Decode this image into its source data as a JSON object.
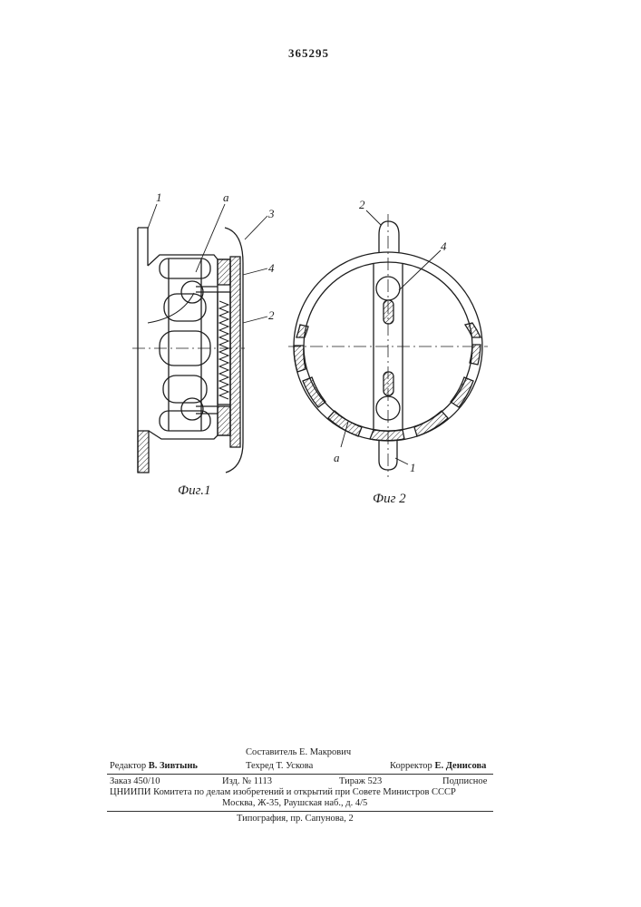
{
  "header": {
    "patent_number": "365295"
  },
  "figure1": {
    "caption": "Фиг.1",
    "labels": {
      "part1": "1",
      "part_a": "a",
      "part3": "3",
      "part4": "4",
      "part2": "2"
    }
  },
  "figure2": {
    "caption": "Фиг 2",
    "labels": {
      "part2": "2",
      "part4": "4",
      "part_a": "a",
      "part1": "1"
    }
  },
  "imprint": {
    "compiler": "Составитель Е. Макрович",
    "editor_label": "Редактор",
    "editor_name": "В. Зивтынь",
    "techred": "Техред Т. Ускова",
    "corrector_label": "Корректор",
    "corrector_name": "Е. Денисова",
    "order": "Заказ 450/10",
    "edition": "Изд. № 1113",
    "circulation": "Тираж 523",
    "subscription": "Подписное",
    "org": "ЦНИИПИ Комитета по делам изобретений и открытий при Совете Министров СССР",
    "address": "Москва, Ж-35, Раушская наб., д. 4/5",
    "printer": "Типография, пр. Сапунова, 2"
  }
}
